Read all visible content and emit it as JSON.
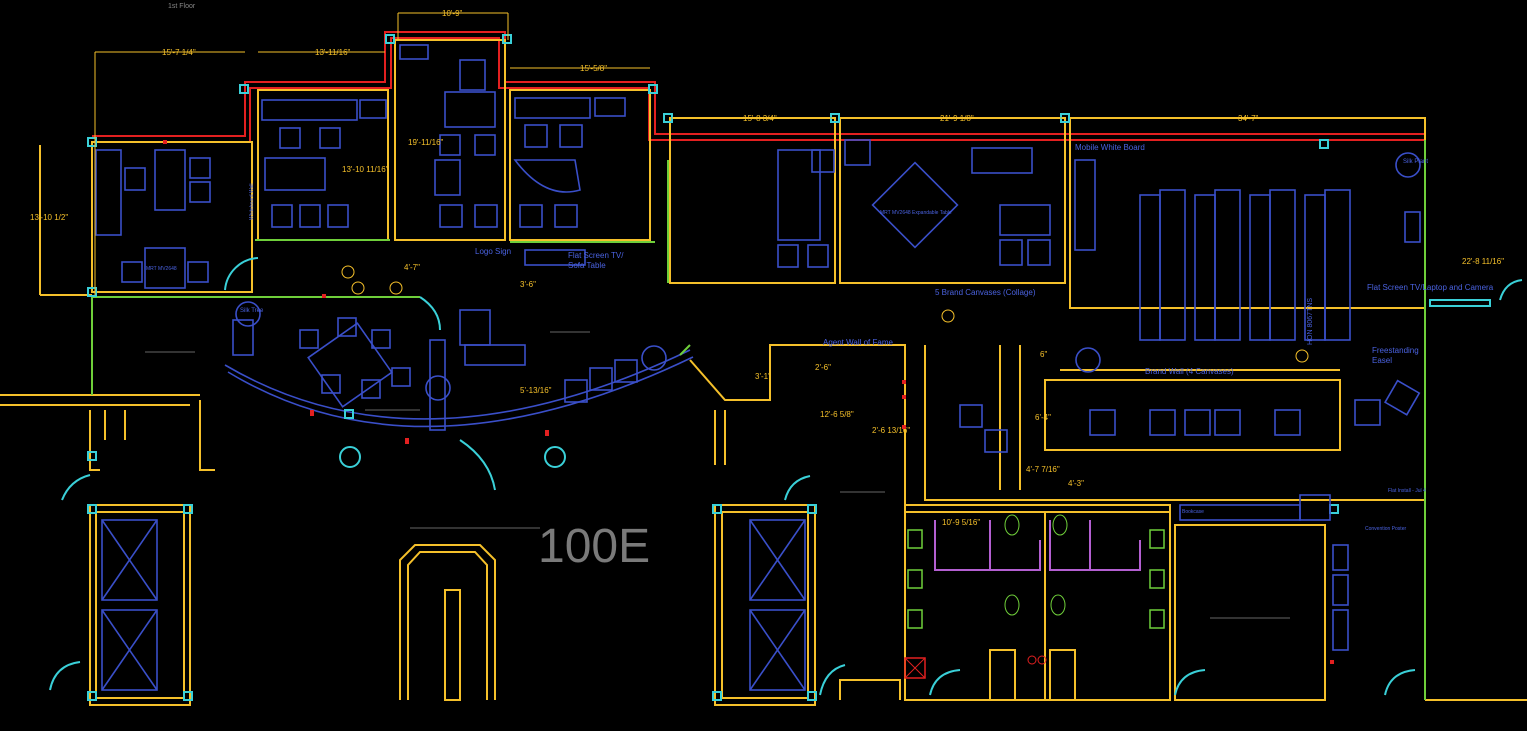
{
  "top_caption": "1st Floor",
  "big_label": "100E",
  "dimensions": [
    {
      "id": "d1",
      "text": "10'-9\""
    },
    {
      "id": "d2",
      "text": "15'-7 1/4\""
    },
    {
      "id": "d3",
      "text": "13'-11/16\""
    },
    {
      "id": "d4",
      "text": "15'-5/8\""
    },
    {
      "id": "d5",
      "text": "15'-8 3/4\""
    },
    {
      "id": "d6",
      "text": "21'-9 1/8\""
    },
    {
      "id": "d7",
      "text": "34'-7\""
    },
    {
      "id": "d8",
      "text": "19'-11/16\""
    },
    {
      "id": "d9",
      "text": "13'-10 11/16\""
    },
    {
      "id": "d10",
      "text": "13'-10 1/2\""
    },
    {
      "id": "d11",
      "text": "4'-7\""
    },
    {
      "id": "d12",
      "text": "3'-6\""
    },
    {
      "id": "d13",
      "text": "5'-13/16\""
    },
    {
      "id": "d14",
      "text": "22'-8 11/16\""
    },
    {
      "id": "d15",
      "text": "3'-1\""
    },
    {
      "id": "d16",
      "text": "2'-6\""
    },
    {
      "id": "d17",
      "text": "12'-6 5/8\""
    },
    {
      "id": "d18",
      "text": "2'-6 13/16\""
    },
    {
      "id": "d19",
      "text": "6'-4\""
    },
    {
      "id": "d20",
      "text": "4'-7 7/16\""
    },
    {
      "id": "d21",
      "text": "4'-3\""
    },
    {
      "id": "d22",
      "text": "10'-9 5/16\""
    },
    {
      "id": "d23",
      "text": "6\""
    }
  ],
  "labels": [
    {
      "id": "l1",
      "text": "Mobile White Board"
    },
    {
      "id": "l2",
      "text": "Logo Sign"
    },
    {
      "id": "l3",
      "text": "Flat Screen TV/"
    },
    {
      "id": "l4",
      "text": "Sofa Table"
    },
    {
      "id": "l5",
      "text": "5 Brand Canvases (Collage)"
    },
    {
      "id": "l6",
      "text": "Agent Wall of Fame"
    },
    {
      "id": "l7",
      "text": "Brand Wall (4 Canvases)"
    },
    {
      "id": "l8",
      "text": "Flat Screen TV/Laptop and Camera"
    },
    {
      "id": "l9",
      "text": "Freestanding"
    },
    {
      "id": "l10",
      "text": "Easel"
    },
    {
      "id": "l11",
      "text": "Silk Plant"
    },
    {
      "id": "l12",
      "text": "Silk Tree"
    },
    {
      "id": "l13",
      "text": "MRT MV2648 Expandable Table"
    },
    {
      "id": "l14",
      "text": "HON 8067TNS"
    },
    {
      "id": "l15",
      "text": "Bookcase"
    },
    {
      "id": "l16",
      "text": "Convention Poster"
    },
    {
      "id": "l17",
      "text": "Flat Install - Jul 4"
    },
    {
      "id": "l18",
      "text": "Whiteboard Wall"
    }
  ]
}
